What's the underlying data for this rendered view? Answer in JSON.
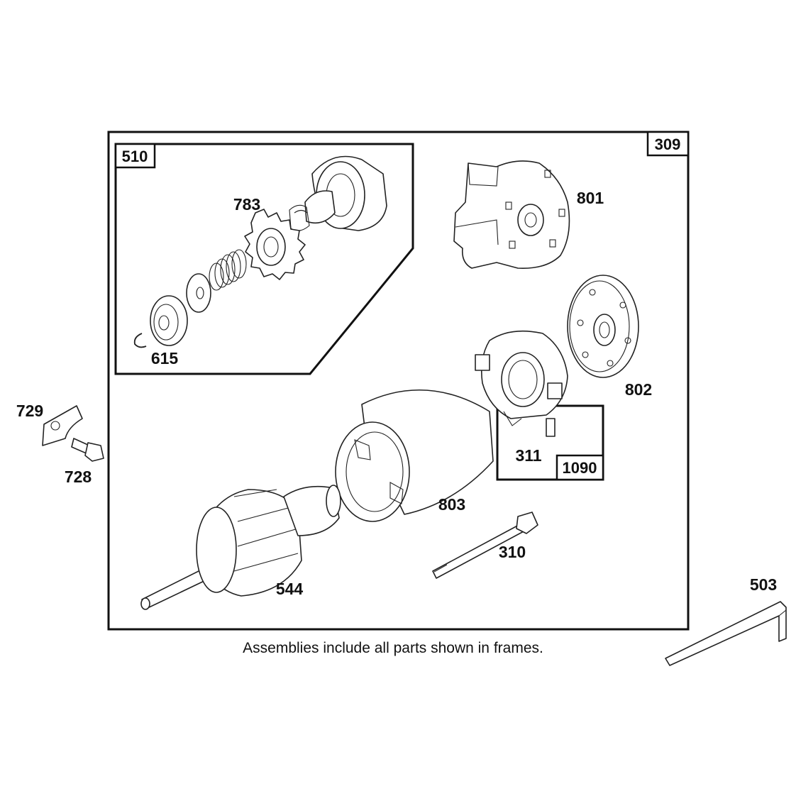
{
  "frames": {
    "main_assembly": "309",
    "drive_assembly": "510",
    "brush_assembly": "1090"
  },
  "parts": {
    "p783": "783",
    "p615": "615",
    "p801": "801",
    "p802": "802",
    "p311": "311",
    "p803": "803",
    "p310": "310",
    "p544": "544",
    "p729": "729",
    "p728": "728",
    "p503": "503"
  },
  "note": "Assemblies include all parts shown in frames."
}
